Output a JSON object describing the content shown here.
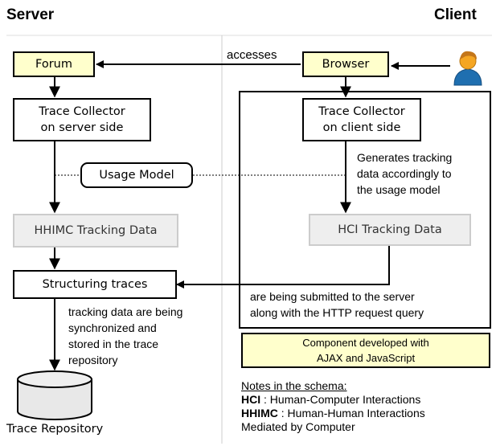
{
  "headings": {
    "server": "Server",
    "client": "Client"
  },
  "nodes": {
    "forum": "Forum",
    "browser": "Browser",
    "tc_server_l1": "Trace Collector",
    "tc_server_l2": "on server side",
    "tc_client_l1": "Trace Collector",
    "tc_client_l2": "on client side",
    "usage_model": "Usage Model",
    "hhimc_data": "HHIMC Tracking Data",
    "hci_data": "HCI Tracking Data",
    "structuring": "Structuring traces",
    "repository": "Trace Repository"
  },
  "labels": {
    "accesses": "accesses",
    "generates": [
      "Generates tracking",
      "data accordingly to",
      "the usage model"
    ],
    "submitted": [
      "are being submitted to the server",
      "along with the HTTP request query"
    ],
    "synchronized": [
      "tracking data are being",
      "synchronized and",
      "stored in the trace",
      "repository"
    ]
  },
  "legend": {
    "component_l1": "Component developed with",
    "component_l2": "AJAX and JavaScript",
    "notes_title": "Notes in the schema:",
    "hci_abbr": "HCI",
    "hci_def": " : Human-Computer Interactions",
    "hhimc_abbr": "HHIMC",
    "hhimc_def": " : Human-Human Interactions",
    "hhimc_def2": "Mediated by Computer"
  },
  "colors": {
    "component_fill": "#ffffcc",
    "tracking_fill": "#eeeeee",
    "user_body": "#1f6fb0",
    "user_head": "#f5a623"
  }
}
